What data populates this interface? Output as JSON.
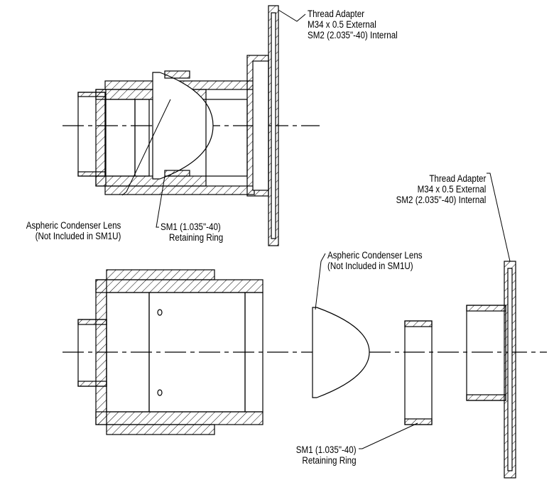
{
  "diagram": {
    "top_assembly": {
      "thread_adapter": {
        "title": "Thread Adapter",
        "line1": "M34 x 0.5 External",
        "line2": "SM2 (2.035\"-40) Internal"
      },
      "lens": {
        "title": "Aspheric Condenser Lens",
        "line1": "(Not Included in SM1U)"
      },
      "retaining_ring": {
        "title": "SM1 (1.035\"-40)",
        "line1": "Retaining Ring"
      }
    },
    "exploded_assembly": {
      "thread_adapter": {
        "title": "Thread Adapter",
        "line1": "M34 x 0.5 External",
        "line2": "SM2 (2.035\"-40) Internal"
      },
      "lens": {
        "title": "Aspheric Condenser Lens",
        "line1": "(Not Included in SM1U)"
      },
      "retaining_ring": {
        "title": "SM1 (1.035\"-40)",
        "line1": "Retaining Ring"
      }
    }
  }
}
